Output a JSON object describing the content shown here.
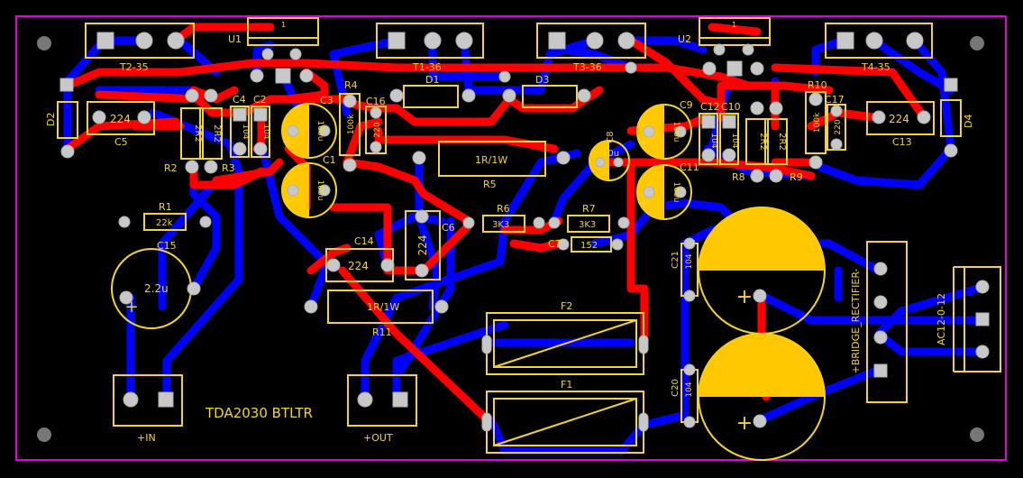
{
  "board": {
    "title": "TDA2030 BTLTR",
    "colors": {
      "background": "#000000",
      "outline": "#e000e0",
      "top_copper": "#ff0000",
      "bottom_copper": "#0000ff",
      "silkscreen": "#f2d531",
      "pad": "#c8c8c8",
      "cap_fill": "#ffc800"
    }
  },
  "components": {
    "t2": "T2-35",
    "t1": "T1-36",
    "t3": "T3-36",
    "t4": "T4-35",
    "u1": "U1",
    "u2": "U2",
    "d1": "D1",
    "d2": "D2",
    "d3": "D3",
    "d4": "D4",
    "c1": "C1",
    "c2": "C2",
    "c3": "C3",
    "c4": "C4",
    "c5": "C5",
    "c6": "C6",
    "c7": "C7",
    "c8": "C8",
    "c9": "C9",
    "c10": "C10",
    "c11": "C11",
    "c12": "C12",
    "c13": "C13",
    "c14": "C14",
    "c15": "C15",
    "c16": "C16",
    "c17": "C17",
    "c20": "C20",
    "c21": "C21",
    "r1": "R1",
    "r2": "R2",
    "r3": "R3",
    "r4": "R4",
    "r5": "R5",
    "r6": "R6",
    "r7": "R7",
    "r8": "R8",
    "r9": "R9",
    "r10": "R10",
    "r11": "R11",
    "f1": "F1",
    "f2": "F2"
  },
  "values": {
    "c5": "224",
    "c13": "224",
    "c14": "224",
    "c6": "224",
    "r2": "2R2",
    "r3": "2R2",
    "r8": "2R2",
    "r9": "2R2",
    "c4": "104",
    "c2": "104",
    "c12": "104",
    "c10": "104",
    "c21": "104",
    "c20": "104",
    "c3": "100u",
    "c1": "100u",
    "c9": "100u",
    "c11": "100u",
    "r4": "100k",
    "r10": "100k",
    "c16": "220",
    "c17": "220",
    "r5": "1R/1W",
    "r11": "1R/1W",
    "r6": "3K3",
    "r7": "3K3",
    "c7": "152",
    "c8": "10u",
    "r1": "22k",
    "c15": "2.2u"
  },
  "connectors": {
    "in": "+IN",
    "out": "+OUT",
    "bridge": "+BRIDGE_RECTIFIER-",
    "ac": "AC12-0-12"
  },
  "u_pin1": "1"
}
